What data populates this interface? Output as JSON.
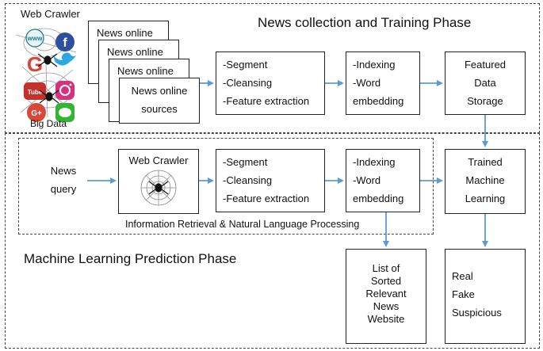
{
  "phase1_title": "News collection and Training Phase",
  "phase2_title": "Machine Learning Prediction Phase",
  "ir_nlp_label": "Information Retrieval & Natural Language Processing",
  "crawler_panel": {
    "title": "Web Crawler",
    "caption": "Big Data",
    "icons": [
      "www-globe-icon",
      "facebook-icon",
      "google-icon",
      "twitter-icon",
      "youtube-icon",
      "instagram-icon",
      "google-plus-icon",
      "line-icon"
    ]
  },
  "news_online": {
    "stack": [
      "News online",
      "News online",
      "News online"
    ],
    "front_line1": "News online",
    "front_line2": "sources"
  },
  "preprocess": {
    "line1": "-Segment",
    "line2": "-Cleansing",
    "line3": "-Feature extraction"
  },
  "indexing": {
    "line1": "-Indexing",
    "line2": "-Word",
    "line3": "embedding"
  },
  "storage": {
    "line1": "Featured",
    "line2": "Data",
    "line3": "Storage"
  },
  "query": {
    "line1": "News",
    "line2": "query"
  },
  "web_crawler_box": "Web Crawler",
  "trained": {
    "line1": "Trained",
    "line2": "Machine",
    "line3": "Learning"
  },
  "result_list": {
    "line1": "List of",
    "line2": "Sorted",
    "line3": "Relevant",
    "line4": "News",
    "line5": "Website"
  },
  "classes": {
    "line1": "Real",
    "line2": "Fake",
    "line3": "Suspicious"
  },
  "colors": {
    "arrow": "#5b9bd5",
    "border": "#222222",
    "dash": "#444444"
  }
}
